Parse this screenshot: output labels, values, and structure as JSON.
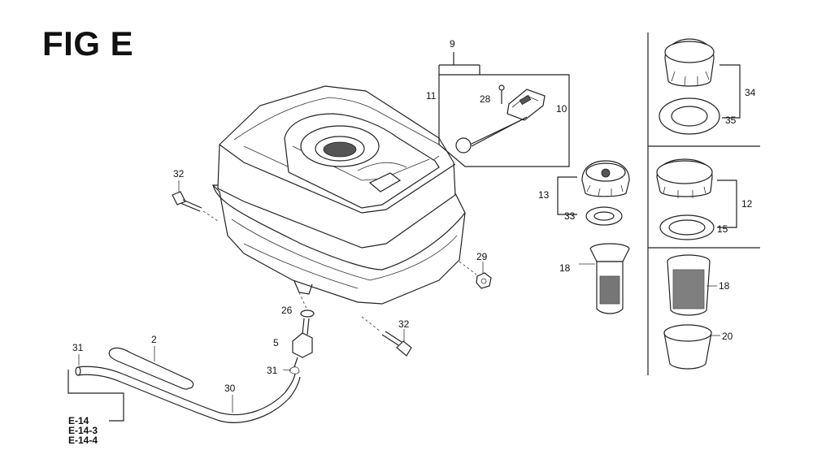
{
  "title": "FIG E",
  "callouts": {
    "c9": "9",
    "c11": "11",
    "c28": "28",
    "c10": "10",
    "c34": "34",
    "c35": "35",
    "c32a": "32",
    "c13": "13",
    "c33": "33",
    "c12": "12",
    "c15": "15",
    "c29": "29",
    "c18a": "18",
    "c18b": "18",
    "c26": "26",
    "c32b": "32",
    "c20": "20",
    "c5": "5",
    "c31a": "31",
    "c2": "2",
    "c31b": "31",
    "c30": "30"
  },
  "references": [
    "E-14",
    "E-14-3",
    "E-14-4"
  ]
}
